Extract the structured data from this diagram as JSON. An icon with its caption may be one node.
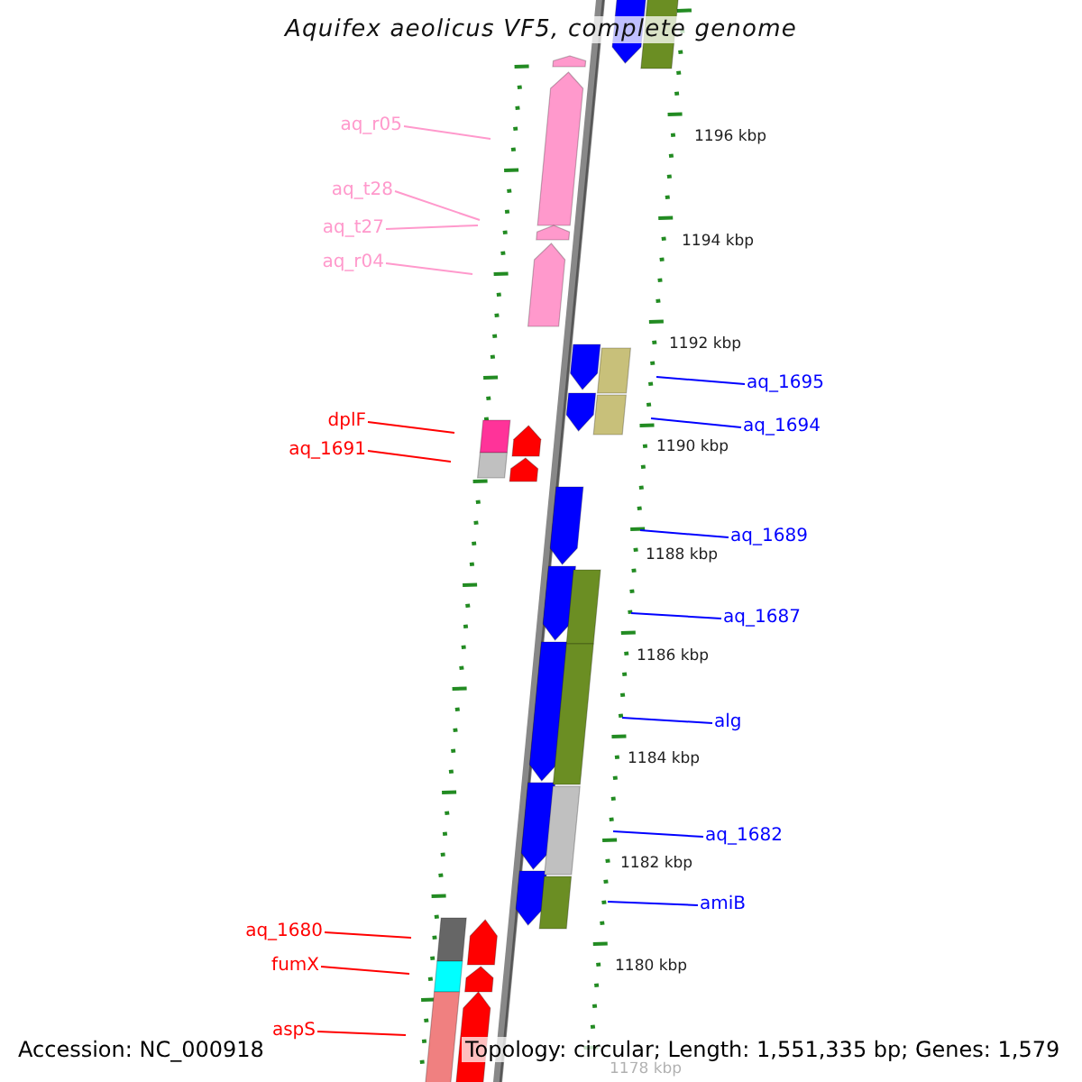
{
  "diagram": {
    "title": "Aquifex aeolicus VF5, complete genome",
    "nodes": [
      {
        "text": [
          "aq_r05"
        ]
      },
      {
        "text": [
          "aq_t28"
        ]
      },
      {
        "text": [
          "aq_t27"
        ]
      },
      {
        "text": [
          "aq_r04"
        ]
      },
      {
        "text": [
          "dplF"
        ]
      },
      {
        "text": [
          "aq_1691"
        ]
      },
      {
        "text": [
          "aq_1695"
        ]
      },
      {
        "text": [
          "aq_1694"
        ]
      },
      {
        "text": [
          "aq_1689"
        ]
      },
      {
        "text": [
          "aq_1687"
        ]
      },
      {
        "text": [
          "alg"
        ]
      },
      {
        "text": [
          "aq_1682"
        ]
      },
      {
        "text": [
          "amiB"
        ]
      },
      {
        "text": [
          "aq_1680"
        ]
      },
      {
        "text": [
          "fumX"
        ]
      },
      {
        "text": [
          "aspS"
        ]
      }
    ],
    "edges": [
      {
        "from": 0,
        "to": null,
        "arrow": "none",
        "color": "#ff99cc"
      },
      {
        "from": 1,
        "to": null,
        "arrow": "none",
        "color": "#ff99cc"
      },
      {
        "from": 2,
        "to": null,
        "arrow": "none",
        "color": "#ff99cc"
      },
      {
        "from": 3,
        "to": null,
        "arrow": "none",
        "color": "#ff99cc"
      },
      {
        "from": 4,
        "to": null,
        "arrow": "none",
        "color": "#ff0000"
      },
      {
        "from": 5,
        "to": null,
        "arrow": "none",
        "color": "#ff0000"
      },
      {
        "from": 6,
        "to": null,
        "arrow": "none"
      },
      {
        "from": 7,
        "to": null,
        "arrow": "none"
      },
      {
        "from": 8,
        "to": null,
        "arrow": "none"
      },
      {
        "from": 9,
        "to": null,
        "arrow": "none"
      },
      {
        "from": 10,
        "to": null,
        "arrow": "none"
      },
      {
        "from": 11,
        "to": null,
        "arrow": "none"
      },
      {
        "from": 12,
        "to": null,
        "arrow": "none"
      },
      {
        "from": 13,
        "to": null,
        "arrow": "none",
        "color": "#ff0000"
      },
      {
        "from": 14,
        "to": null,
        "arrow": "none",
        "color": "#ff0000"
      },
      {
        "from": 15,
        "to": null,
        "arrow": "none",
        "color": "#ff0000"
      }
    ],
    "labels": [
      "1196 kbp",
      "1194 kbp",
      "1192 kbp",
      "1190 kbp",
      "1188 kbp",
      "1186 kbp",
      "1184 kbp",
      "1182 kbp",
      "1180 kbp",
      "1178 kbp",
      "Accession: NC_000918",
      "Topology: circular; Length: 1,551,335 bp; Genes: 1,579"
    ]
  }
}
